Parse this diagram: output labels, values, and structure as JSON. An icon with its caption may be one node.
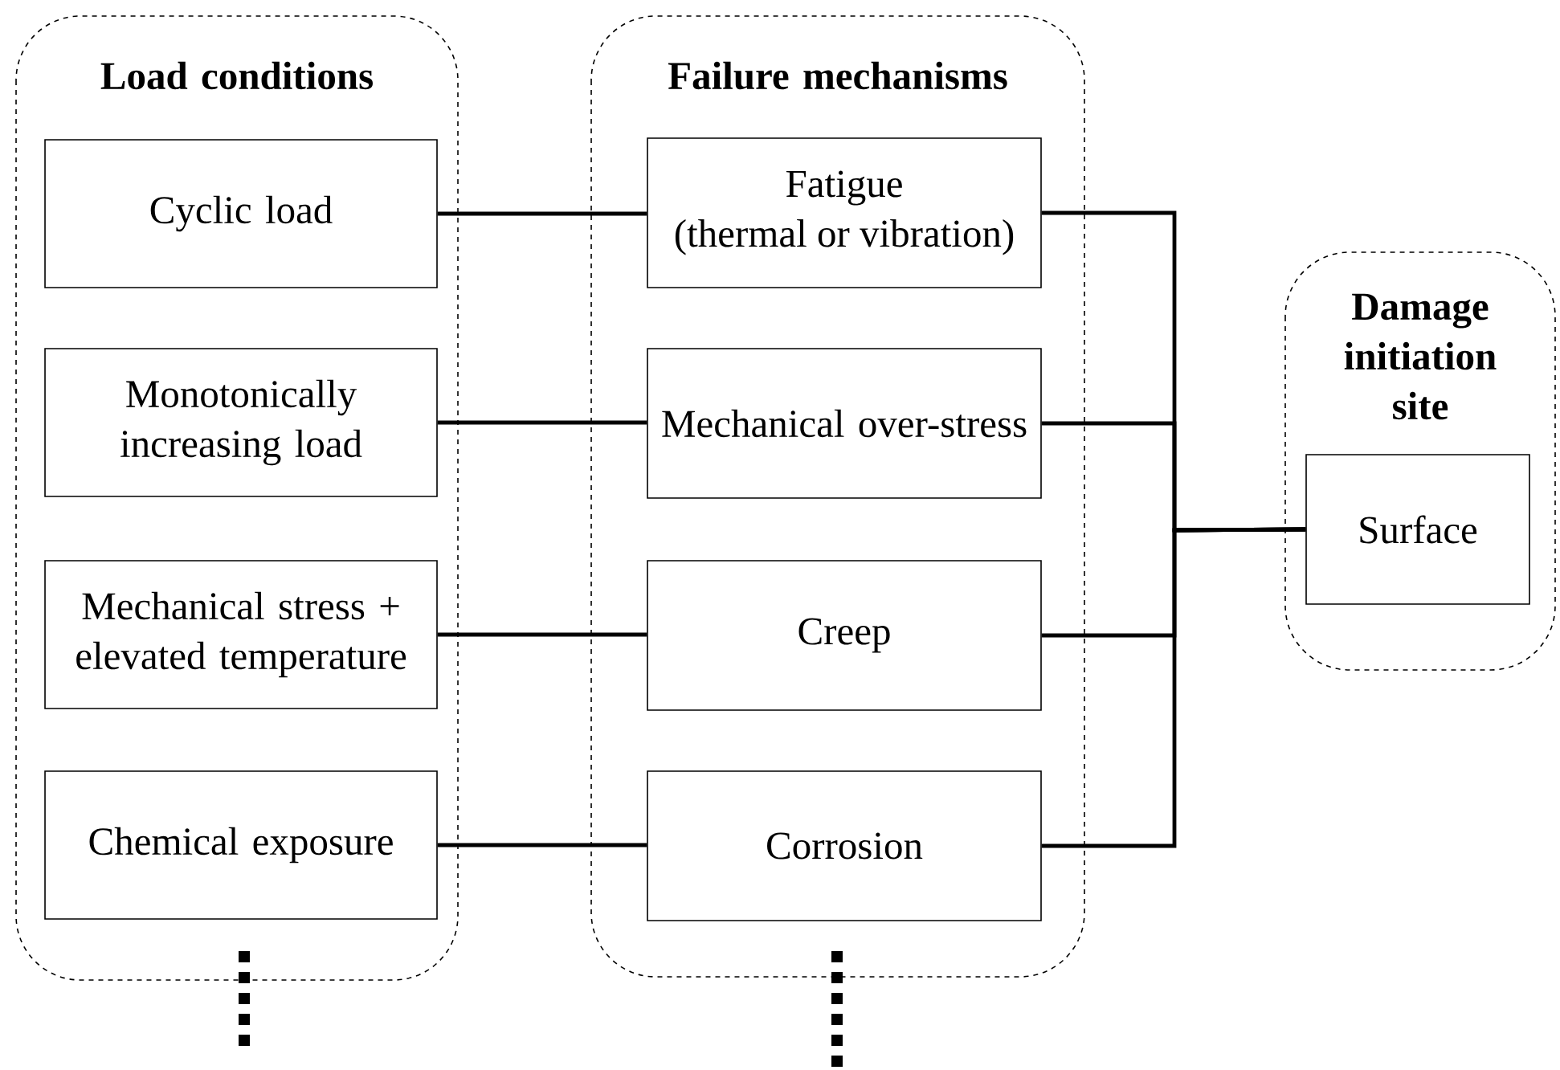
{
  "diagram": {
    "nodes": [
      {
        "text": [
          "Load conditions"
        ]
      },
      {
        "text": [
          "Cyclic load"
        ],
        "in": 0
      },
      {
        "text": [
          "Monotonically increasing load"
        ],
        "in": 0
      },
      {
        "text": [
          "Mechanical stress + elevated temperature"
        ],
        "in": 0
      },
      {
        "text": [
          "Chemical exposure"
        ],
        "in": 0
      },
      {
        "text": [
          "Failure mechanisms"
        ]
      },
      {
        "text": [
          "Fatigue (thermal or vibration)"
        ],
        "in": 5
      },
      {
        "text": [
          "Mechanical over-stress"
        ],
        "in": 5
      },
      {
        "text": [
          "Creep"
        ],
        "in": 5
      },
      {
        "text": [
          "Corrosion"
        ],
        "in": 5
      },
      {
        "text": [
          "Damage initiation site"
        ]
      },
      {
        "text": [
          "Surface"
        ],
        "in": 10
      }
    ],
    "edges": [
      {
        "from": 1,
        "to": 6,
        "arrow": "none"
      },
      {
        "from": 2,
        "to": 7,
        "arrow": "none"
      },
      {
        "from": 3,
        "to": 8,
        "arrow": "none"
      },
      {
        "from": 4,
        "to": 9,
        "arrow": "none"
      },
      {
        "from": 6,
        "to": 11,
        "arrow": "none"
      },
      {
        "from": 7,
        "to": 11,
        "arrow": "none"
      },
      {
        "from": 8,
        "to": 11,
        "arrow": "none"
      },
      {
        "from": 9,
        "to": 11,
        "arrow": "none"
      }
    ]
  }
}
